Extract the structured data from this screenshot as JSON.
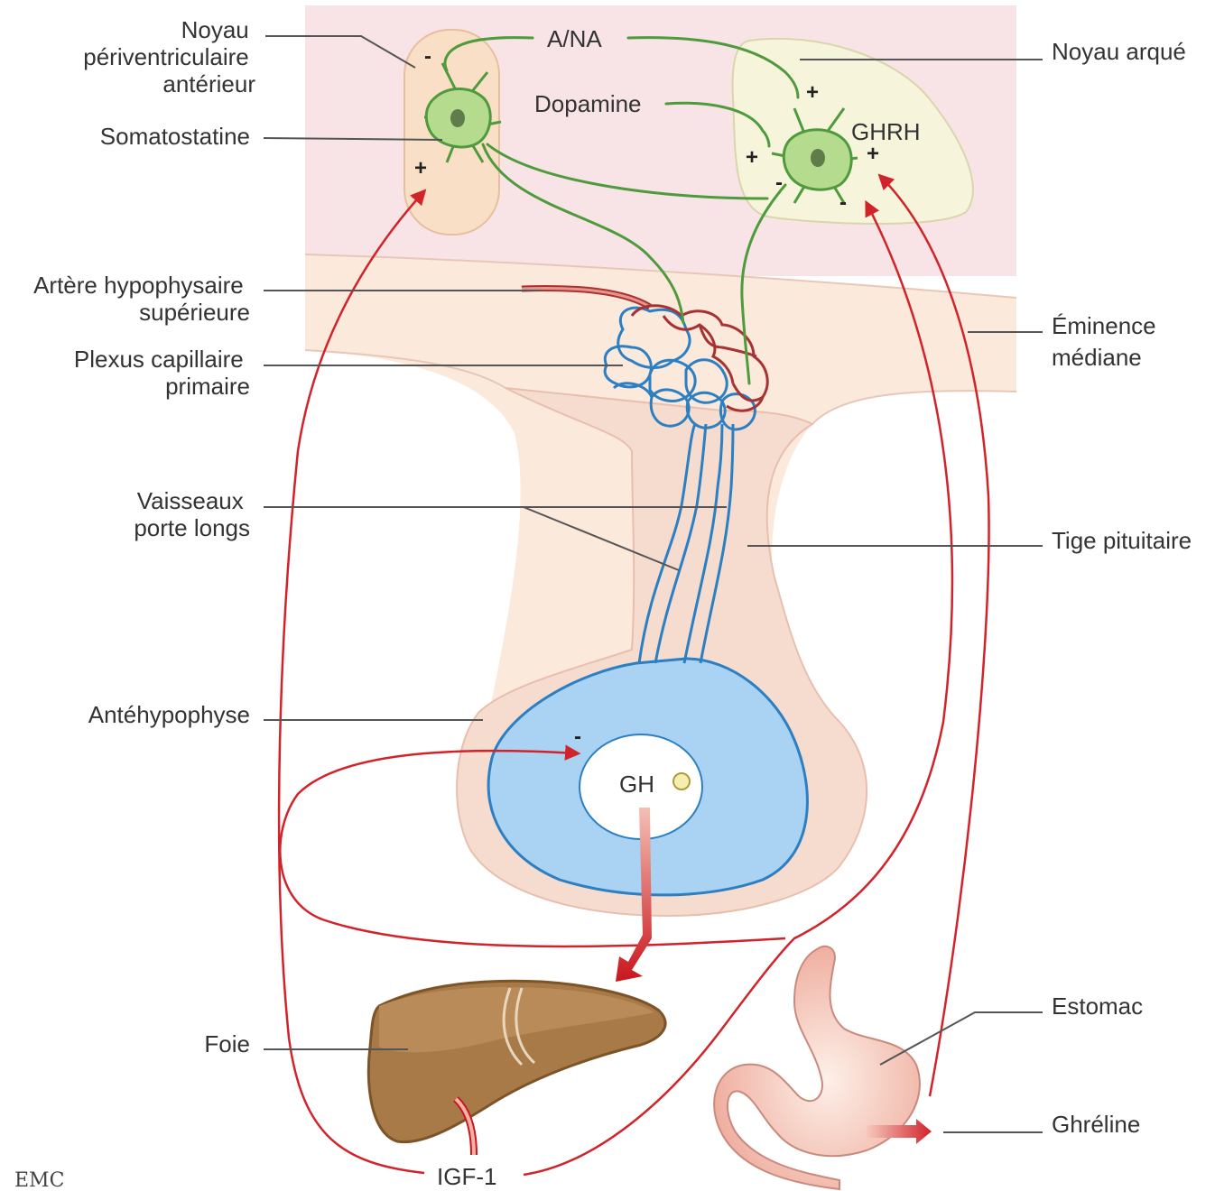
{
  "labels": {
    "noyau_periventriculaire": [
      "Noyau",
      "périventriculaire",
      "antérieur"
    ],
    "somatostatine": "Somatostatine",
    "ana": "A/NA",
    "dopamine": "Dopamine",
    "noyau_arque": "Noyau arqué",
    "ghrh": "GHRH",
    "artere": [
      "Artère hypophysaire",
      "supérieure"
    ],
    "plexus": [
      "Plexus capillaire",
      "primaire"
    ],
    "eminence": [
      "Éminence",
      "médiane"
    ],
    "vaisseaux": [
      "Vaisseaux",
      "porte longs"
    ],
    "tige": "Tige pituitaire",
    "antehypophyse": "Antéhypophyse",
    "gh": "GH",
    "foie": "Foie",
    "igf1": "IGF-1",
    "estomac": "Estomac",
    "ghreline": "Ghréline",
    "emc": "EMC"
  },
  "signs": {
    "peri_top": "-",
    "peri_bottom": "+",
    "arc_top": "+",
    "arc_left": "+",
    "arc_left_minus": "-",
    "arc_right": "+",
    "arc_bottom_minus": "-",
    "gh_minus": "-"
  },
  "colors": {
    "hypothalamus_bg": "#f8e4e6",
    "eminence_bg": "#fbe9dc",
    "pituitary": "#f5dccf",
    "blue_tissue": "#a9d2f3",
    "periventricular_nucleus": "#f9dfc6",
    "arcuate_nucleus": "#f6f5dc",
    "neuron": "#b5db8e",
    "red_arrow": "#d2232a",
    "liver": "#a87a48",
    "stomach": "#f2c6b4"
  }
}
